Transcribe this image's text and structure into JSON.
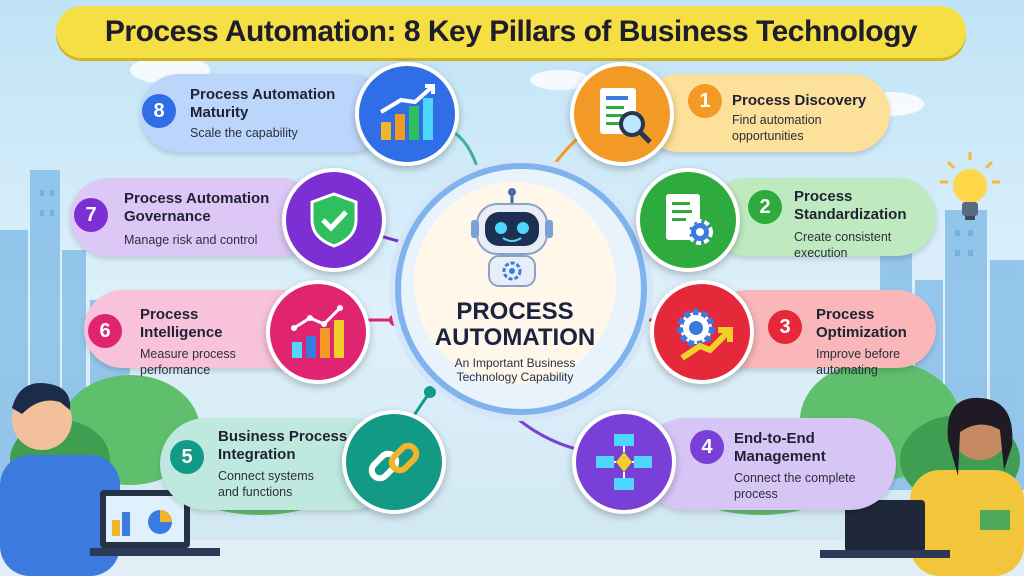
{
  "title": "Process Automation: 8 Key Pillars of Business Technology",
  "hub": {
    "title_line1": "PROCESS",
    "title_line2": "AUTOMATION",
    "subtitle_line1": "An Important Business",
    "subtitle_line2": "Technology Capability"
  },
  "pillars": [
    {
      "number": "1",
      "title": "Process Discovery",
      "desc_line1": "Find automation",
      "desc_line2": "opportunities",
      "color": "#f39a26"
    },
    {
      "number": "2",
      "title_line1": "Process",
      "title_line2": "Standardization",
      "desc_line1": "Create consistent",
      "desc_line2": "execution",
      "color": "#2eaa3f"
    },
    {
      "number": "3",
      "title_line1": "Process",
      "title_line2": "Optimization",
      "desc_line1": "Improve before",
      "desc_line2": "automating",
      "color": "#e5283a"
    },
    {
      "number": "4",
      "title_line1": "End-to-End",
      "title_line2": "Management",
      "desc_line1": "Connect the complete",
      "desc_line2": "process",
      "color": "#7a3fd6"
    },
    {
      "number": "5",
      "title_line1": "Business Process",
      "title_line2": "Integration",
      "desc_line1": "Connect systems",
      "desc_line2": "and functions",
      "color": "#139a86"
    },
    {
      "number": "6",
      "title_line1": "Process",
      "title_line2": "Intelligence",
      "desc_line1": "Measure process",
      "desc_line2": "performance",
      "color": "#e0246f"
    },
    {
      "number": "7",
      "title_line1": "Process Automation",
      "title_line2": "Governance",
      "desc_line1": "Manage risk and control",
      "color": "#7c2fd3"
    },
    {
      "number": "8",
      "title_line1": "Process Automation",
      "title_line2": "Maturity",
      "desc_line1": "Scale the capability",
      "color": "#2f6ee6"
    }
  ],
  "icons": [
    "document-search-icon",
    "document-gear-icon",
    "gear-arrow-icon",
    "flowchart-icon",
    "chain-link-icon",
    "bar-chart-icon",
    "shield-check-icon",
    "growth-chart-icon",
    "robot-icon",
    "lightbulb-icon"
  ]
}
